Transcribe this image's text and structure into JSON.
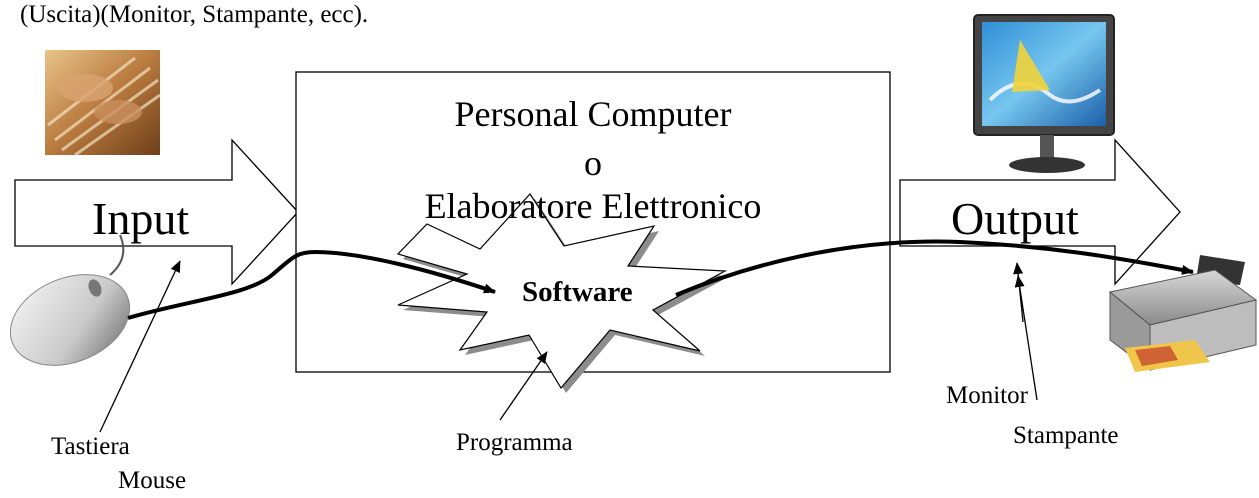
{
  "intro_text": "(Uscita)(Monitor, Stampante, ecc).",
  "computer": {
    "line1": "Personal Computer",
    "line2": "o",
    "line3": "Elaboratore Elettronico"
  },
  "input_arrow_label": "Input",
  "output_arrow_label": "Output",
  "software_label": "Software",
  "annotations": {
    "tastiera": "Tastiera",
    "mouse": "Mouse",
    "programma": "Programma",
    "monitor": "Monitor",
    "stampante": "Stampante"
  },
  "icons": [
    "keyboard-photo-icon",
    "mouse-photo-icon",
    "monitor-photo-icon",
    "printer-photo-icon"
  ]
}
